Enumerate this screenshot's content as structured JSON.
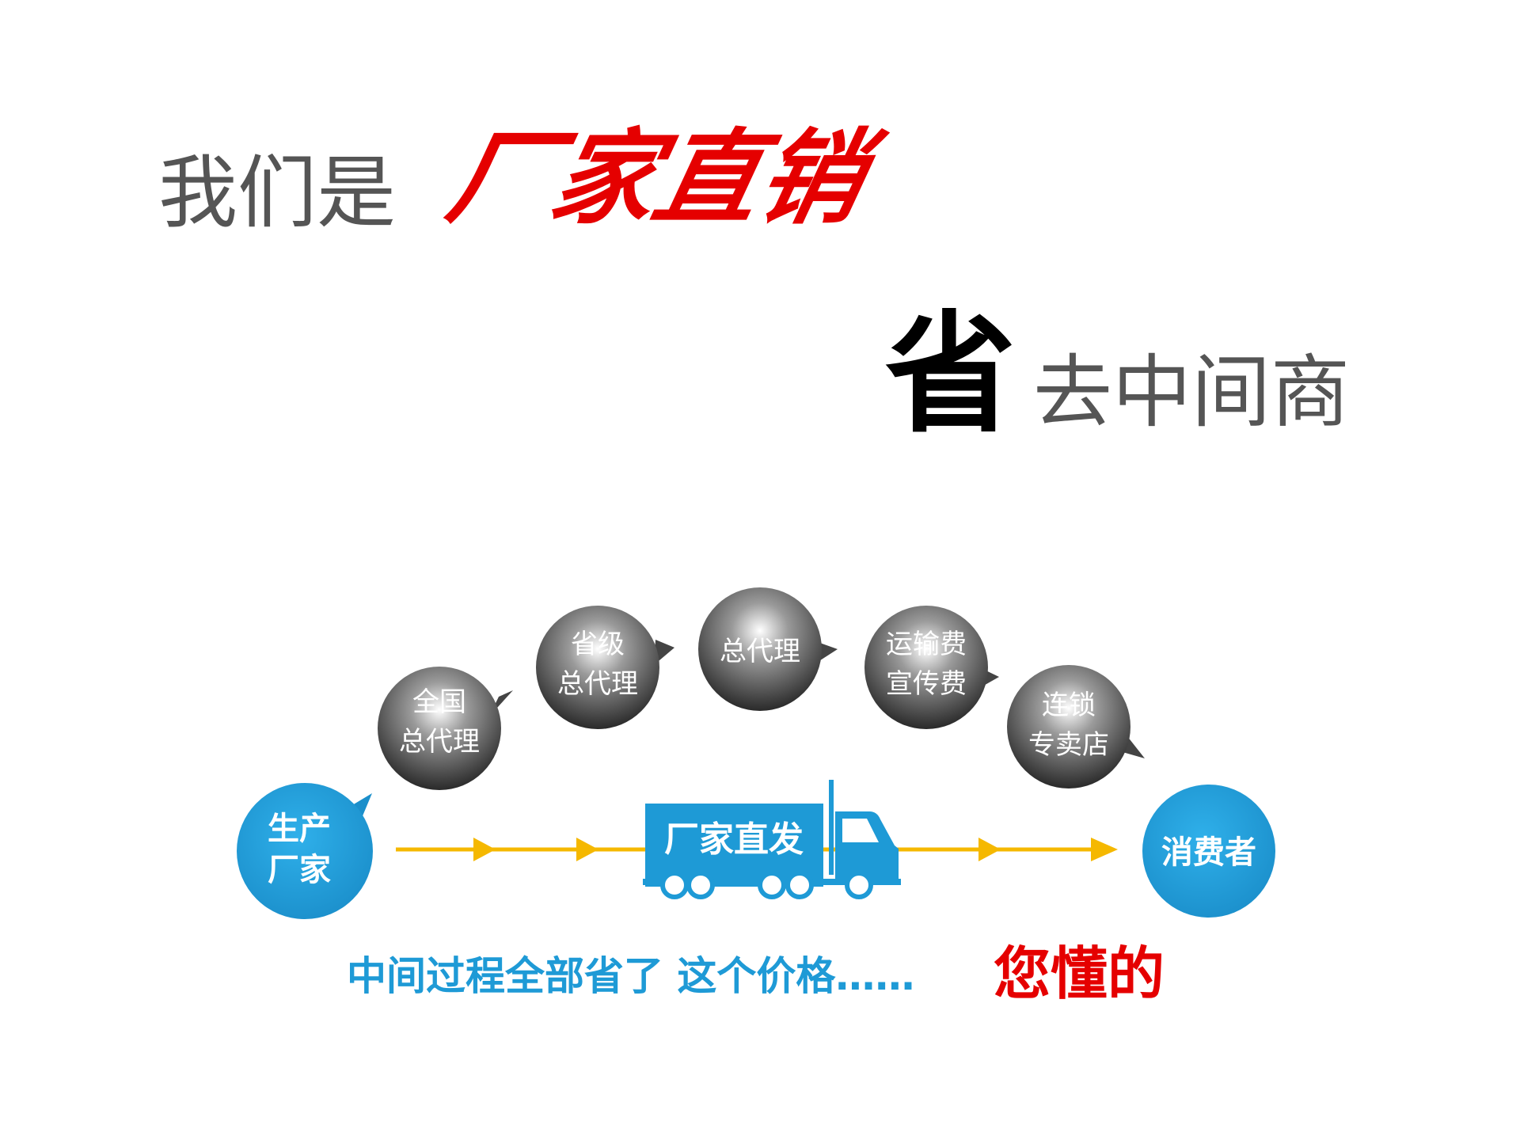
{
  "headline": {
    "prefix": "我们是",
    "highlight": "厂家直销",
    "save_big": "省",
    "save_rest": "去中间商"
  },
  "diagram": {
    "producer": {
      "line1": "生产",
      "line2": "厂家"
    },
    "consumer": {
      "label": "消费者"
    },
    "truck_label": "厂家直发",
    "middlemen": [
      {
        "line1": "全国",
        "line2": "总代理"
      },
      {
        "line1": "省级",
        "line2": "总代理"
      },
      {
        "line1": "总代理",
        "line2": ""
      },
      {
        "line1": "运输费",
        "line2": "宣传费"
      },
      {
        "line1": "连锁",
        "line2": "专卖店"
      }
    ]
  },
  "caption": {
    "blue_text": "中间过程全部省了  这个价格……",
    "red_text": "您懂的"
  },
  "colors": {
    "red": "#e50000",
    "blue": "#1e9ad6",
    "arrow_yellow": "#f5b800",
    "grey_text": "#555555"
  }
}
